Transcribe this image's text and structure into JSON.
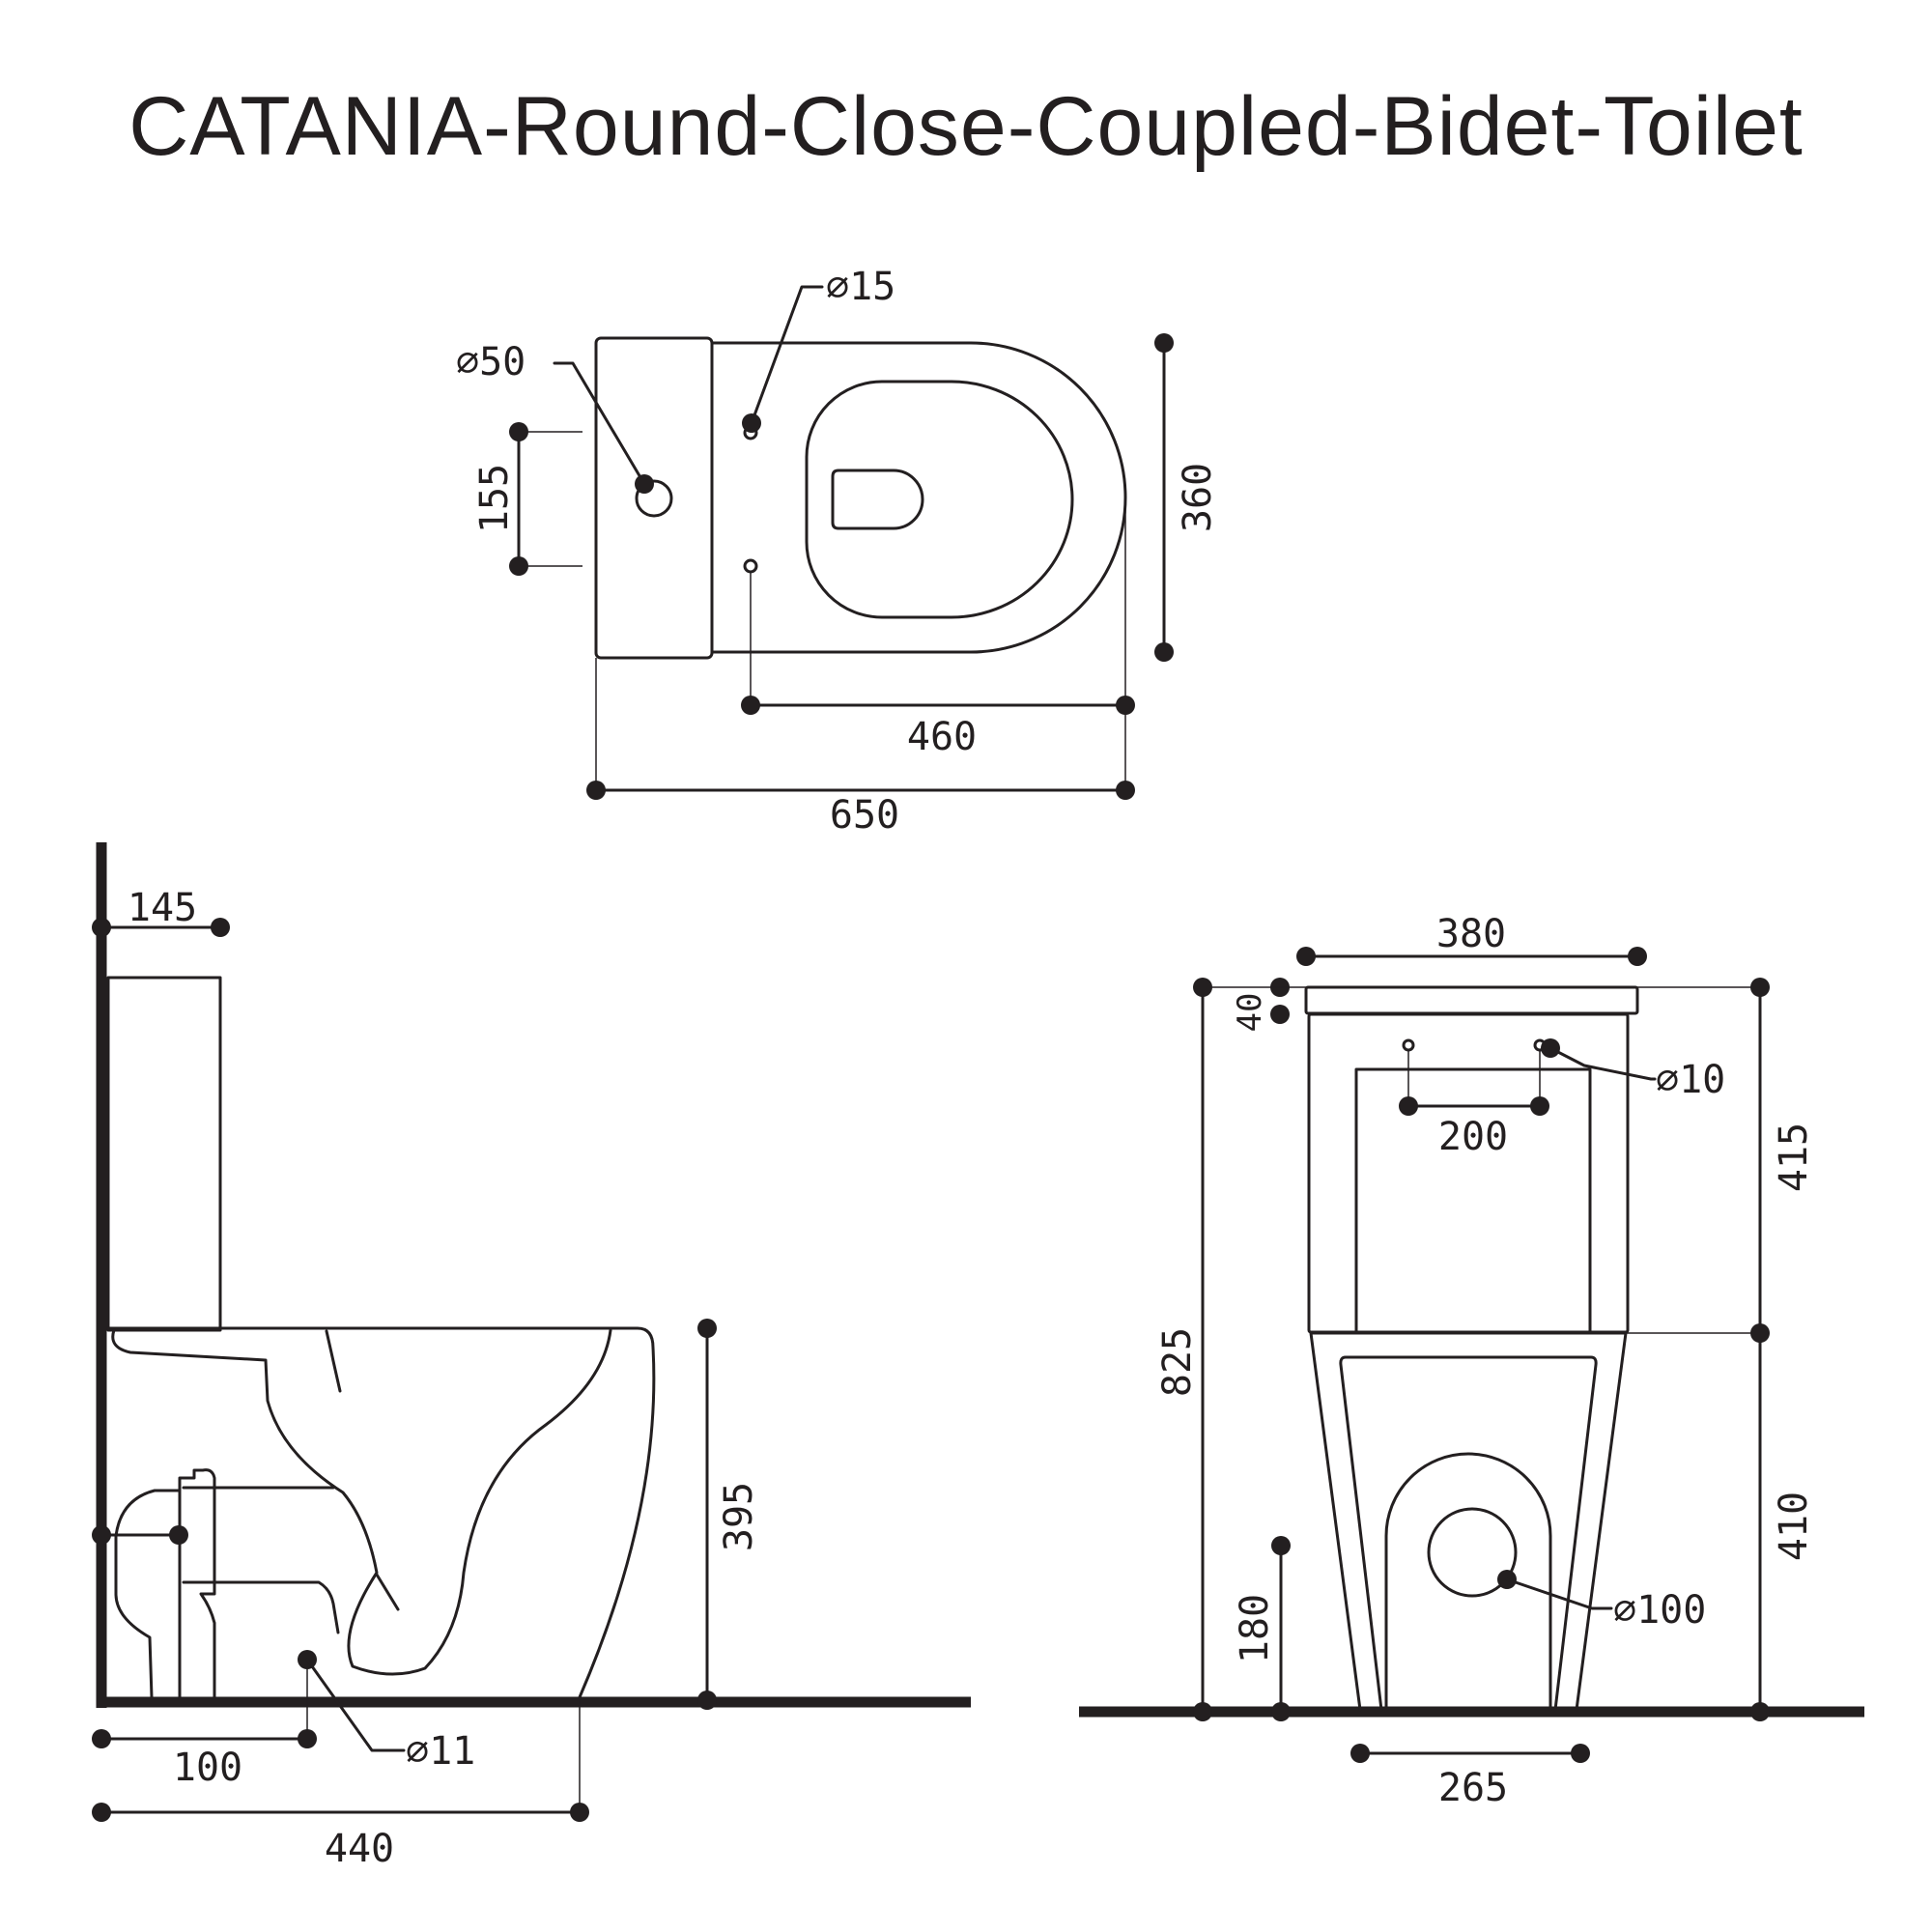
{
  "title": "CATANIA-Round-Close-Coupled-Bidet-Toilet",
  "top_view": {
    "dim_650": "650",
    "dim_460": "460",
    "dim_360": "360",
    "dim_155": "155",
    "dia_50": "∅50",
    "dia_15": "∅15"
  },
  "side_view": {
    "dim_145": "145",
    "dim_395": "395",
    "dim_100": "100",
    "dim_440": "440",
    "dia_11": "∅11"
  },
  "front_view": {
    "dim_380": "380",
    "dim_40": "40",
    "dim_200": "200",
    "dia_10": "∅10",
    "dim_415": "415",
    "dim_825": "825",
    "dim_410": "410",
    "dim_180": "180",
    "dia_100": "∅100",
    "dim_265": "265"
  },
  "colors": {
    "ink": "#231f20",
    "background": "#ffffff"
  }
}
